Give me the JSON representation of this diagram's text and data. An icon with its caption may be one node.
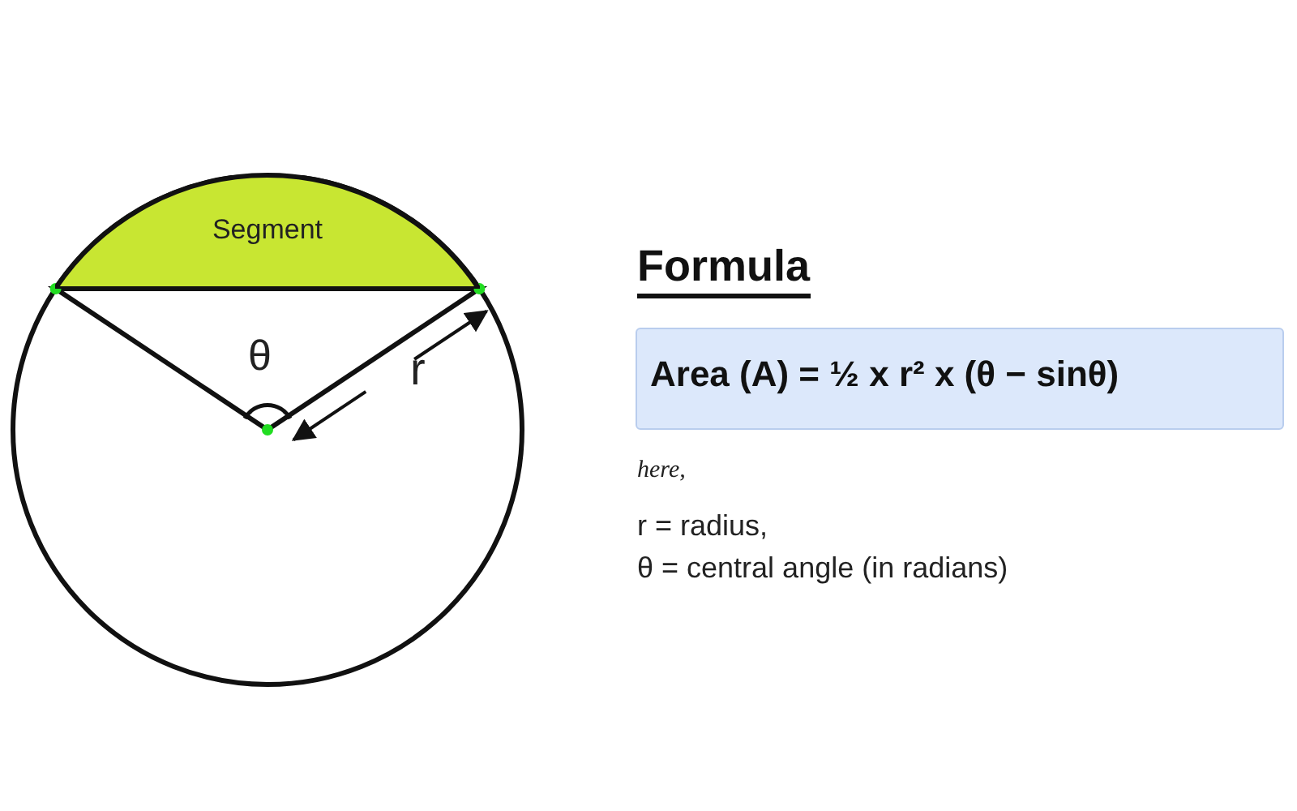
{
  "diagram": {
    "title": "Formula",
    "nodes": [
      {
        "text": [
          "Segment"
        ]
      },
      {
        "text": [
          "Area (A) = ½ x r² x (θ − sinθ)"
        ]
      }
    ],
    "labels": [
      "θ",
      "r",
      "here,",
      "r = radius,",
      "θ = central angle (in radians)"
    ]
  }
}
